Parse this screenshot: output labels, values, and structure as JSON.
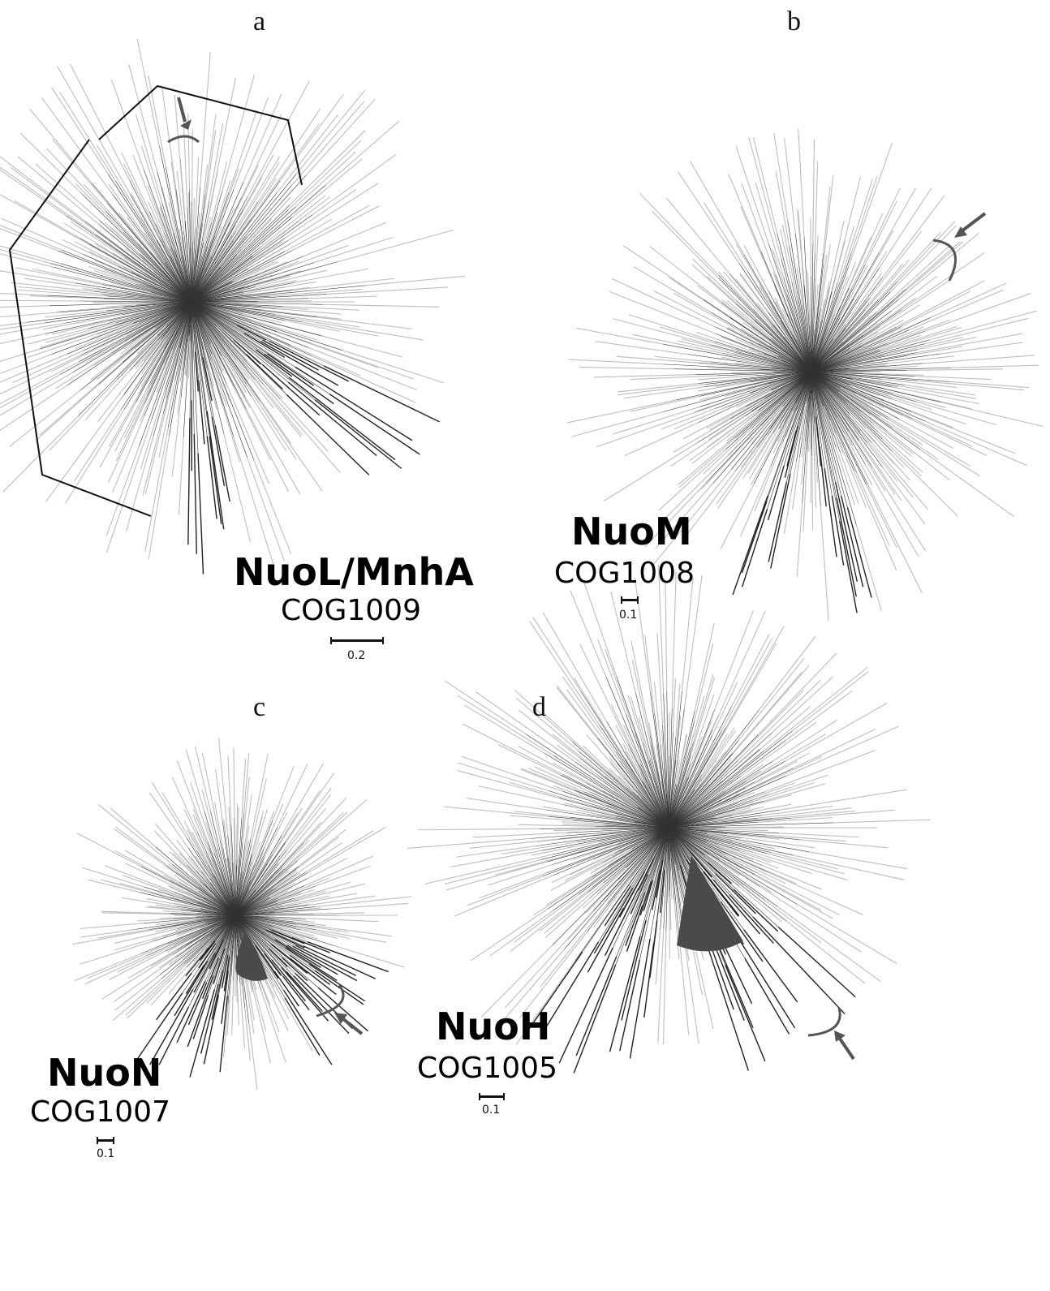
{
  "panels": [
    {
      "id": "a",
      "letter": "a",
      "gene": "NuoL/MnhA",
      "cog": "COG1009",
      "scale": "0.2"
    },
    {
      "id": "b",
      "letter": "b",
      "gene": "NuoM",
      "cog": "COG1008",
      "scale": "0.1"
    },
    {
      "id": "c",
      "letter": "c",
      "gene": "NuoN",
      "cog": "COG1007",
      "scale": "0.1"
    },
    {
      "id": "d",
      "letter": "d",
      "gene": "NuoH",
      "cog": "COG1005",
      "scale": "0.1"
    }
  ],
  "colors": {
    "branch": "#333333",
    "light_label": "#bdbdbd",
    "dark_label": "#222222",
    "collapsed_clade": "#4a4a4a",
    "arrow": "#555555"
  }
}
